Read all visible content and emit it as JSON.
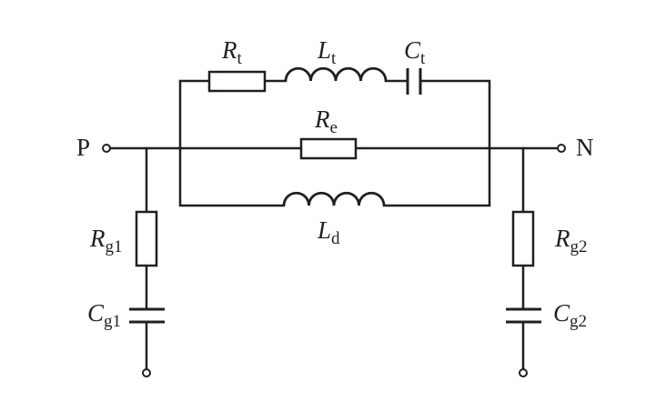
{
  "nodes": {
    "p": "P",
    "n": "N"
  },
  "labels": {
    "rt": {
      "sym": "R",
      "sub": "t"
    },
    "lt": {
      "sym": "L",
      "sub": "t"
    },
    "ct": {
      "sym": "C",
      "sub": "t"
    },
    "re": {
      "sym": "R",
      "sub": "e"
    },
    "ld": {
      "sym": "L",
      "sub": "d"
    },
    "rg1": {
      "sym": "R",
      "sub": "g1"
    },
    "cg1": {
      "sym": "C",
      "sub": "g1"
    },
    "rg2": {
      "sym": "R",
      "sub": "g2"
    },
    "cg2": {
      "sym": "C",
      "sub": "g2"
    }
  }
}
